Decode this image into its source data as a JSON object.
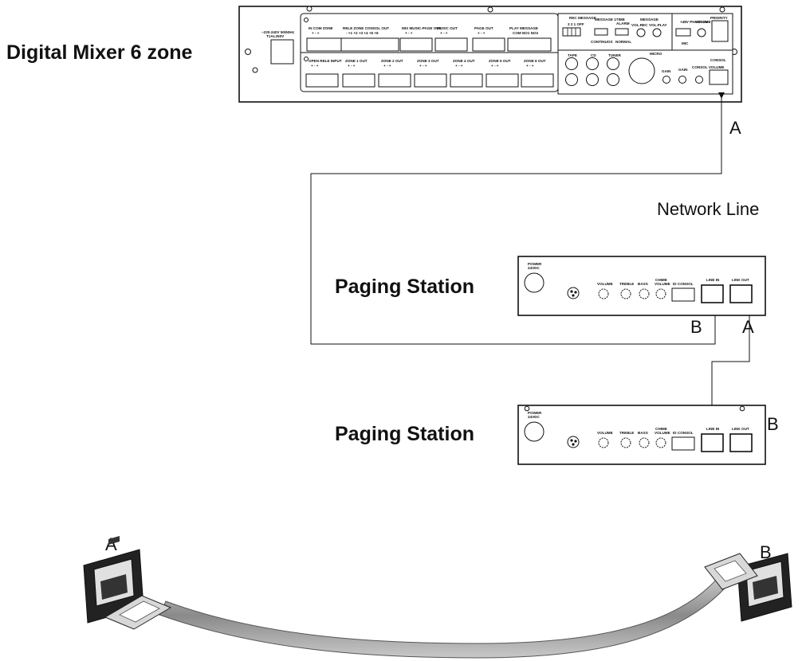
{
  "labels": {
    "mixer_title": "Digital Mixer 6 zone",
    "paging_station_1": "Paging Station",
    "paging_station_2": "Paging Station",
    "network_line": "Network  Line",
    "point_a_top": "A",
    "point_b_ps1": "B",
    "point_a_ps1": "A",
    "point_b_ps2": "B",
    "cable_end_a": "A",
    "cable_end_b": "B"
  },
  "mixer": {
    "power_label_1": "~220-240V 50/60Hz",
    "power_label_2": "T1AL250V",
    "top_row": [
      {
        "title": "IN  COM  ZONE",
        "sub": "+  -  +"
      },
      {
        "title": "RELE ZONE  CONSOL OUT",
        "sub": "- +1 +2 +3 +4 +5 +6"
      },
      {
        "title": "MIX MUSIC-PAGE OUT",
        "sub": "+  -  +"
      },
      {
        "title": "MUSIC OUT",
        "sub": "+  -  +"
      },
      {
        "title": "PAGE OUT",
        "sub": "+  -  +"
      },
      {
        "title": "PLAY MESSAGE",
        "sub": "COM NO1 NO2"
      }
    ],
    "bottom_row": [
      {
        "title": "OPEN RELE INPUT",
        "sub": "+  -  +"
      },
      {
        "title": "ZONE 1 OUT",
        "sub": "+  -  +"
      },
      {
        "title": "ZONE 2 OUT",
        "sub": "+  -  +"
      },
      {
        "title": "ZONE 3 OUT",
        "sub": "+  -  +"
      },
      {
        "title": "ZONE 4 OUT",
        "sub": "+  -  +"
      },
      {
        "title": "ZONE 5 OUT",
        "sub": "+  -  +"
      },
      {
        "title": "ZONE 6 OUT",
        "sub": "+  -  +"
      }
    ],
    "rec_message": "REC MESSAGE",
    "rec_message_sub": "3 2 1 OFF",
    "message_1time": "MESSAGE 1TIME",
    "continuos": "CONTINUOS",
    "alarm": "ALARM",
    "normal": "NORMAL",
    "message_vol": "MESSAGE",
    "vol_rec": "VOL.REC",
    "vol_play": "VOL.PLAY",
    "phantom": "+48V PHANTOM",
    "mic": "MIC",
    "volume_chime": "VOLUME CHIME",
    "priority": "PRIORITY",
    "tape": "TAPE",
    "cd": "CD",
    "tuner": "TUNER",
    "micro": "MICRO",
    "gain": "GAIN",
    "gain2": "GAIN",
    "consol_volume": "CONSOL VOLUME",
    "consol": "CONSOL"
  },
  "station": {
    "power": "POWER",
    "power_sub": "24VDC",
    "volume": "VOLUME",
    "treble": "TREBLE",
    "bass": "BASS",
    "chime": "CHIME",
    "chime_volume": "VOLUME",
    "id_consol": "ID CONSOL",
    "line_in": "LINE IN",
    "link_out": "LINK OUT"
  }
}
